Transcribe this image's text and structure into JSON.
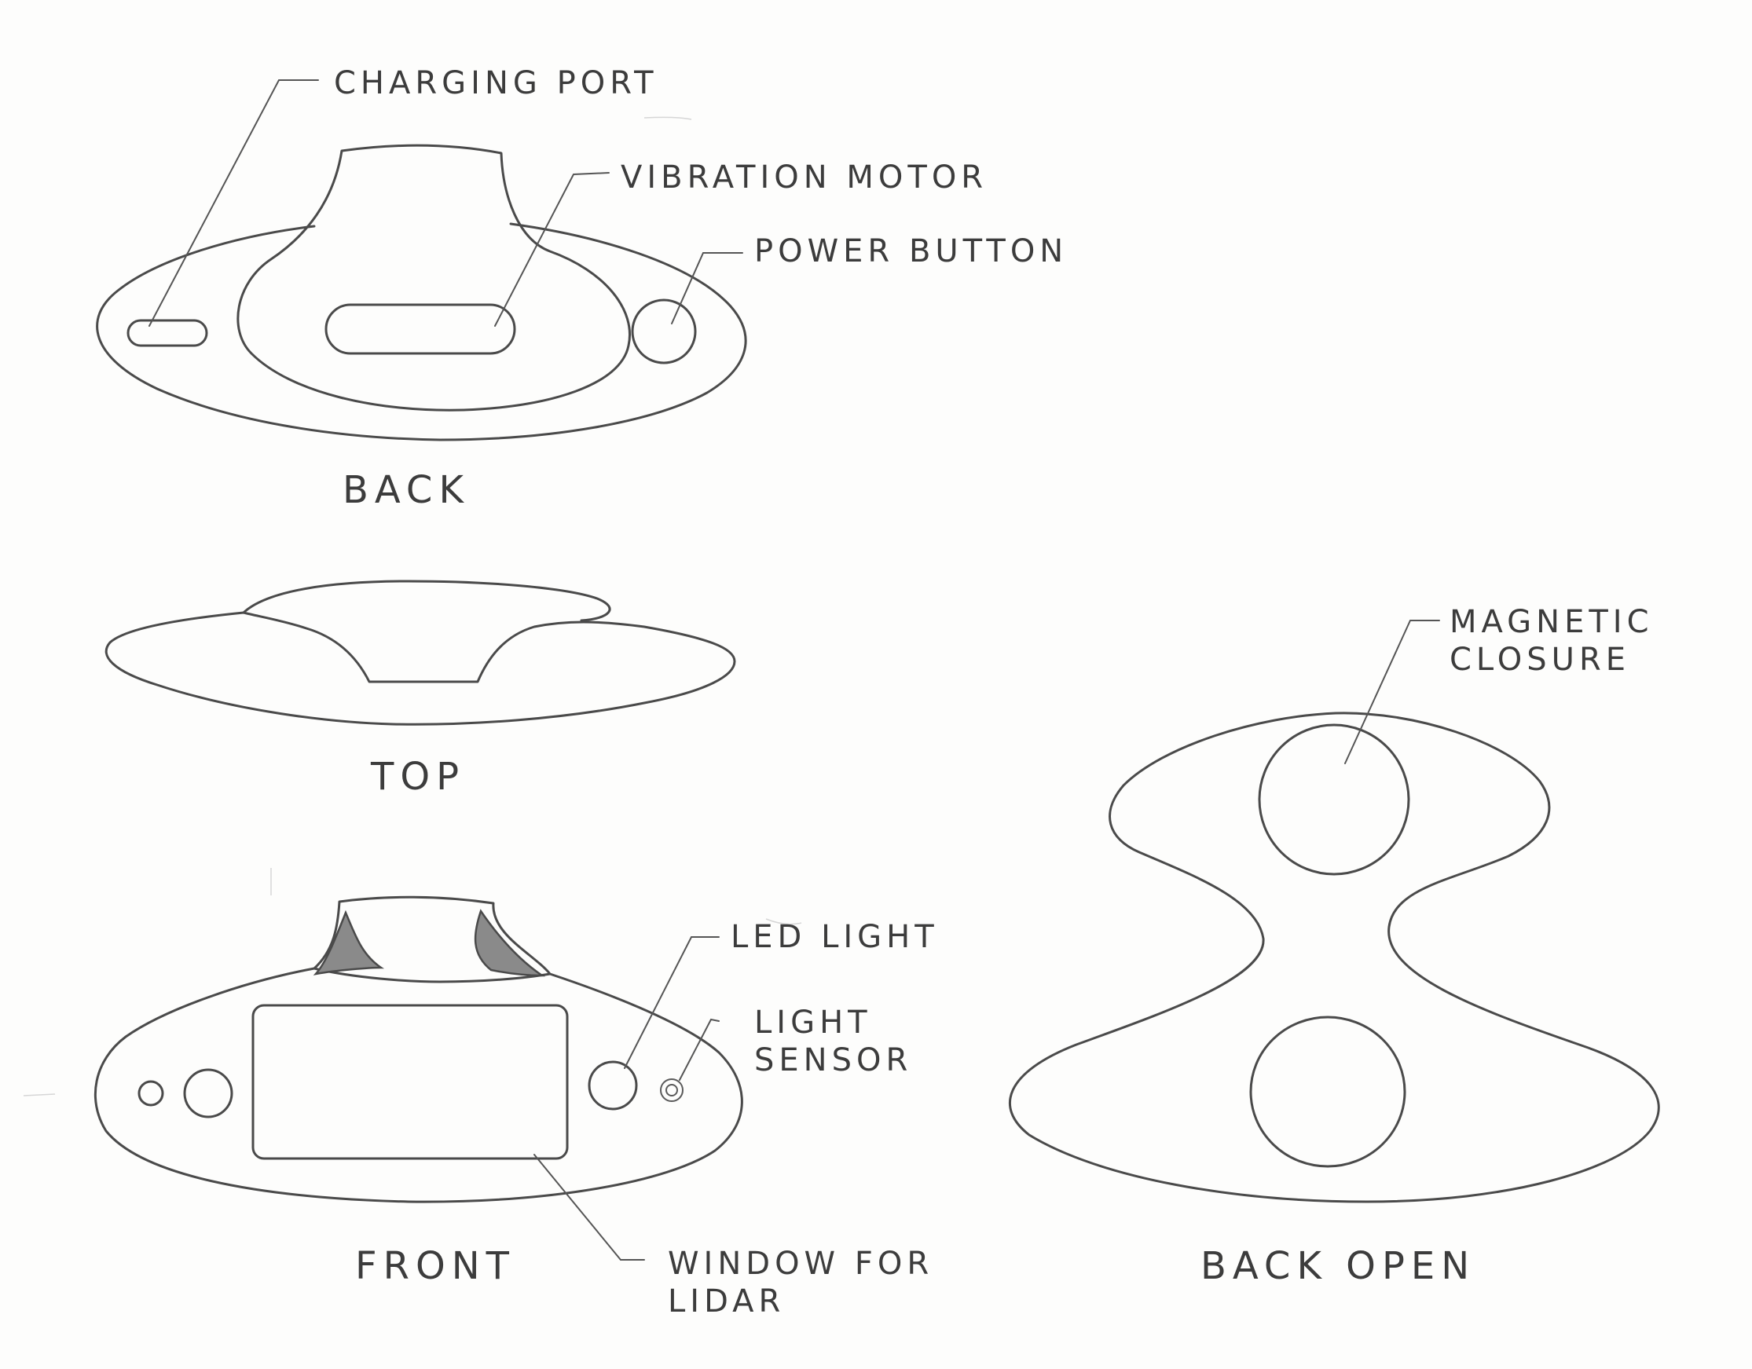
{
  "colors": {
    "paper": "#fdfdfc",
    "pencil": "#4a4a4a",
    "shading": "#8a8a8a"
  },
  "views": {
    "back": {
      "title": "BACK",
      "callouts": {
        "charging_port": "CHARGING PORT",
        "vibration_motor": "VIBRATION MOTOR",
        "power_button": "POWER BUTTON"
      }
    },
    "top": {
      "title": "TOP"
    },
    "front": {
      "title": "FRONT",
      "callouts": {
        "led_light": "LED LIGHT",
        "light_sensor": [
          "LIGHT",
          "SENSOR"
        ],
        "lidar_window": [
          "WINDOW FOR",
          "LIDAR"
        ]
      }
    },
    "back_open": {
      "title": "BACK OPEN",
      "callouts": {
        "magnetic_closure": [
          "MAGNETIC",
          "CLOSURE"
        ]
      }
    }
  }
}
